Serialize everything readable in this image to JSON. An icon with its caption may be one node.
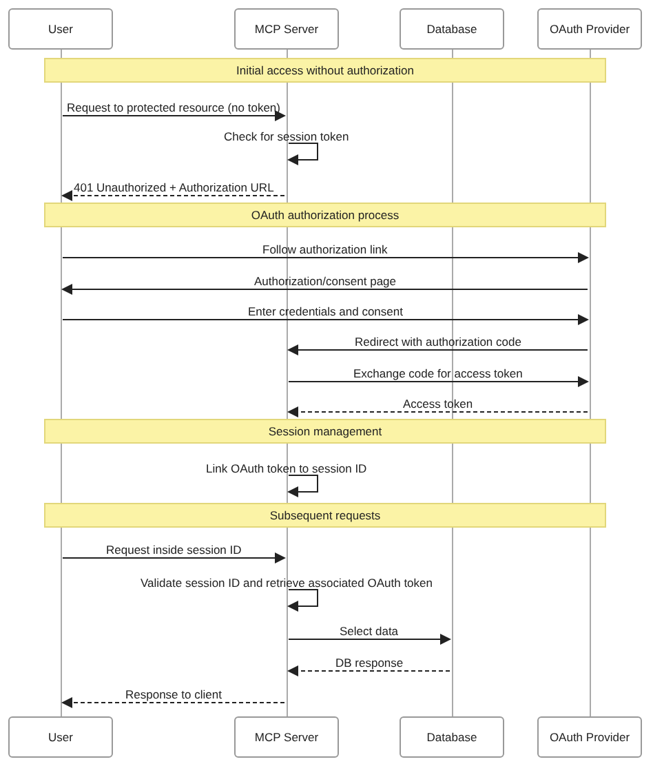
{
  "diagram": {
    "nodes": [
      {
        "text": [
          "User"
        ]
      },
      {
        "text": [
          "MCP Server"
        ]
      },
      {
        "text": [
          "Database"
        ]
      },
      {
        "text": [
          "OAuth Provider"
        ]
      },
      {
        "text": [
          "User"
        ]
      },
      {
        "text": [
          "MCP Server"
        ]
      },
      {
        "text": [
          "Database"
        ]
      },
      {
        "text": [
          "OAuth Provider"
        ]
      },
      {
        "text": [
          "Initial access without authorization"
        ]
      },
      {
        "text": [
          "OAuth authorization process"
        ]
      },
      {
        "text": [
          "Session management"
        ]
      },
      {
        "text": [
          "Subsequent requests"
        ]
      },
      {
        "text": [],
        "shape": "line"
      },
      {
        "text": [],
        "shape": "line"
      },
      {
        "text": [],
        "shape": "line"
      },
      {
        "text": [],
        "shape": "line"
      }
    ],
    "edges": [
      {
        "from": 12,
        "to": 13,
        "arrow": "to",
        "label": "Request to protected resource (no token)"
      },
      {
        "from": 13,
        "to": 13,
        "arrow": "to",
        "label": "Check for session token"
      },
      {
        "from": 13,
        "to": 12,
        "arrow": "to",
        "label": "401 Unauthorized + Authorization URL",
        "style": "dashed"
      },
      {
        "from": 12,
        "to": 15,
        "arrow": "to",
        "label": "Follow authorization link"
      },
      {
        "from": 15,
        "to": 12,
        "arrow": "to",
        "label": "Authorization/consent page"
      },
      {
        "from": 12,
        "to": 15,
        "arrow": "to",
        "label": "Enter credentials and consent"
      },
      {
        "from": 15,
        "to": 13,
        "arrow": "to",
        "label": "Redirect with authorization code"
      },
      {
        "from": 13,
        "to": 15,
        "arrow": "to",
        "label": "Exchange code for access token"
      },
      {
        "from": 15,
        "to": 13,
        "arrow": "to",
        "label": "Access token",
        "style": "dashed"
      },
      {
        "from": 13,
        "to": 13,
        "arrow": "to",
        "label": "Link OAuth token to session ID"
      },
      {
        "from": 12,
        "to": 13,
        "arrow": "to",
        "label": "Request inside session ID"
      },
      {
        "from": 13,
        "to": 13,
        "arrow": "to",
        "label": "Validate session ID and retrieve associated OAuth token"
      },
      {
        "from": 13,
        "to": 14,
        "arrow": "to",
        "label": "Select data"
      },
      {
        "from": 14,
        "to": 13,
        "arrow": "to",
        "label": "DB response",
        "style": "dashed"
      },
      {
        "from": 13,
        "to": 12,
        "arrow": "to",
        "label": "Response to client",
        "style": "dashed"
      }
    ]
  }
}
